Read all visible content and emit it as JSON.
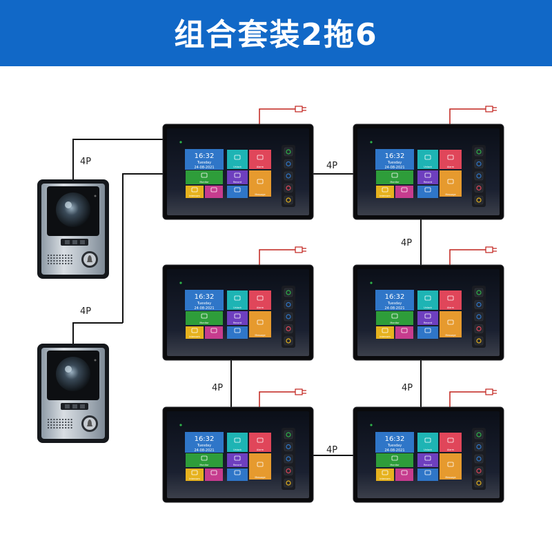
{
  "banner": {
    "title": "组合套装2拖6"
  },
  "wiring": {
    "label": "4P"
  },
  "monitor_ui": {
    "time": "16:32",
    "weekday": "Tuesday",
    "date": "24-08-2021",
    "tiles": [
      "Monitor",
      "Unlock",
      "Alarm",
      "Record",
      "Intercom",
      "Message"
    ]
  },
  "colors": {
    "banner": "#1168c7",
    "tile_blue": "#2f76c8",
    "tile_teal": "#1eb4b4",
    "tile_red": "#e0465a",
    "tile_green": "#2e9d3a",
    "tile_purple": "#6e3fbf",
    "tile_orange": "#e69a2e",
    "tile_yellow": "#e6b21e",
    "tile_magenta": "#c63c8e",
    "power_cable": "#c0201a"
  }
}
